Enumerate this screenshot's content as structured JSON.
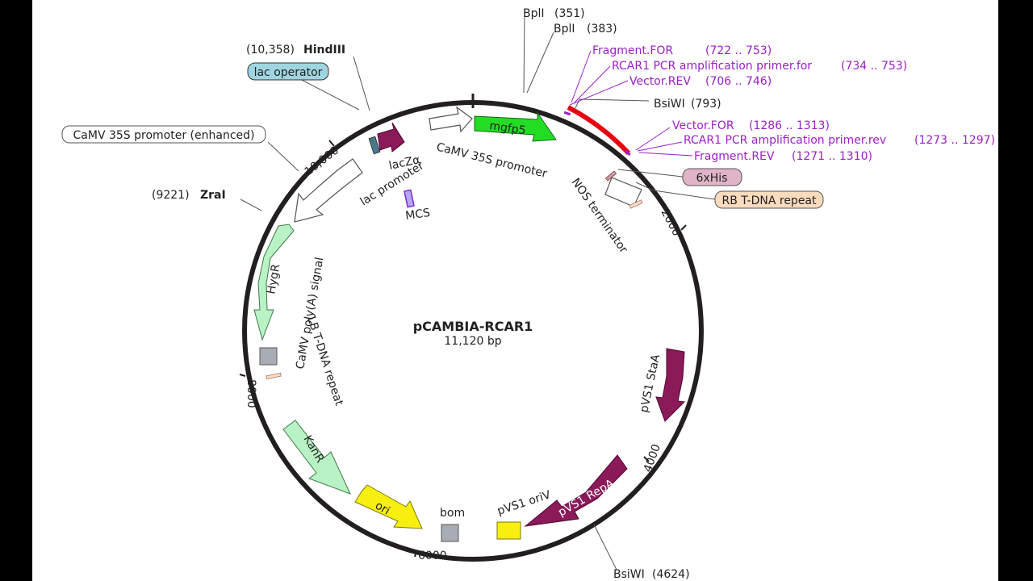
{
  "plasmid": {
    "name": "pCAMBIA-RCAR1",
    "size": "11,120 bp"
  },
  "ticks": [
    "10,000",
    "2000",
    "4000",
    "6000",
    "8000"
  ],
  "sites": {
    "bpl1a": "BplI",
    "bpl1a_pos": "(351)",
    "bpl1b": "BplI",
    "bpl1b_pos": "(383)",
    "hind3_pos": "(10,358)",
    "hind3": "HindIII",
    "zra1_pos": "(9221)",
    "zra1": "ZraI",
    "bsiwi1": "BsiWI",
    "bsiwi1_pos": "(793)",
    "bsiwi2": "BsiWI",
    "bsiwi2_pos": "(4624)"
  },
  "primers": {
    "frag_for": "Fragment.FOR",
    "frag_for_pos": "(722 .. 753)",
    "rcar_for": "RCAR1 PCR amplification primer.for",
    "rcar_for_pos": "(734 .. 753)",
    "vec_rev": "Vector.REV",
    "vec_rev_pos": "(706 .. 746)",
    "vec_for": "Vector.FOR",
    "vec_for_pos": "(1286 .. 1313)",
    "rcar_rev": "RCAR1 PCR amplification primer.rev",
    "rcar_rev_pos": "(1273 .. 1297)",
    "frag_rev": "Fragment.REV",
    "frag_rev_pos": "(1271 .. 1310)"
  },
  "boxes": {
    "lac_operator": "lac operator",
    "camv_enh": "CaMV 35S promoter (enhanced)",
    "his": "6xHis",
    "rb": "RB T-DNA repeat"
  },
  "features": {
    "mgfp5": "mgfp5",
    "camv35s": "CaMV 35S promoter",
    "nos": "NOS terminator",
    "lacz": "lacZα",
    "lacprom": "lac promoter",
    "mcs": "MCS",
    "hygr": "HygR",
    "polya": "CaMV poly(A) signal",
    "lb": "LB T-DNA repeat",
    "kanr": "KanR",
    "ori": "ori",
    "bom": "bom",
    "oriv": "pVS1 oriV",
    "repa": "pVS1 RepA",
    "staa": "pVS1 StaA"
  },
  "colors": {
    "backbone": "#231f20",
    "insert": "#e60012",
    "mgfp5": "#22dd22",
    "magenta": "#8b1a5a",
    "light_green": "#b9f2c4",
    "yellow": "#f7ef10",
    "grey_box": "#a8acb4",
    "primer": "#9b1fc7"
  }
}
